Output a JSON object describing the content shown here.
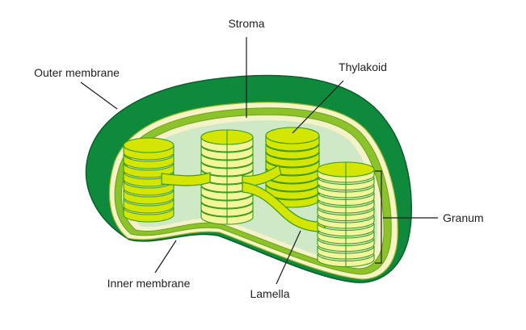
{
  "labels": {
    "stroma": "Stroma",
    "thylakoid": "Thylakoid",
    "outer_membrane": "Outer membrane",
    "granum": "Granum",
    "inner_membrane": "Inner membrane",
    "lamella": "Lamella"
  },
  "colors": {
    "outer_membrane": "#0f8a3c",
    "intermembrane": "#f6f3c4",
    "inner_membrane": "#8cc32a",
    "stroma": "#cfe8c6",
    "thylakoid_fill": "#d4e600",
    "thylakoid_light": "#f2f59a",
    "thylakoid_edge": "#3a9a1a"
  }
}
